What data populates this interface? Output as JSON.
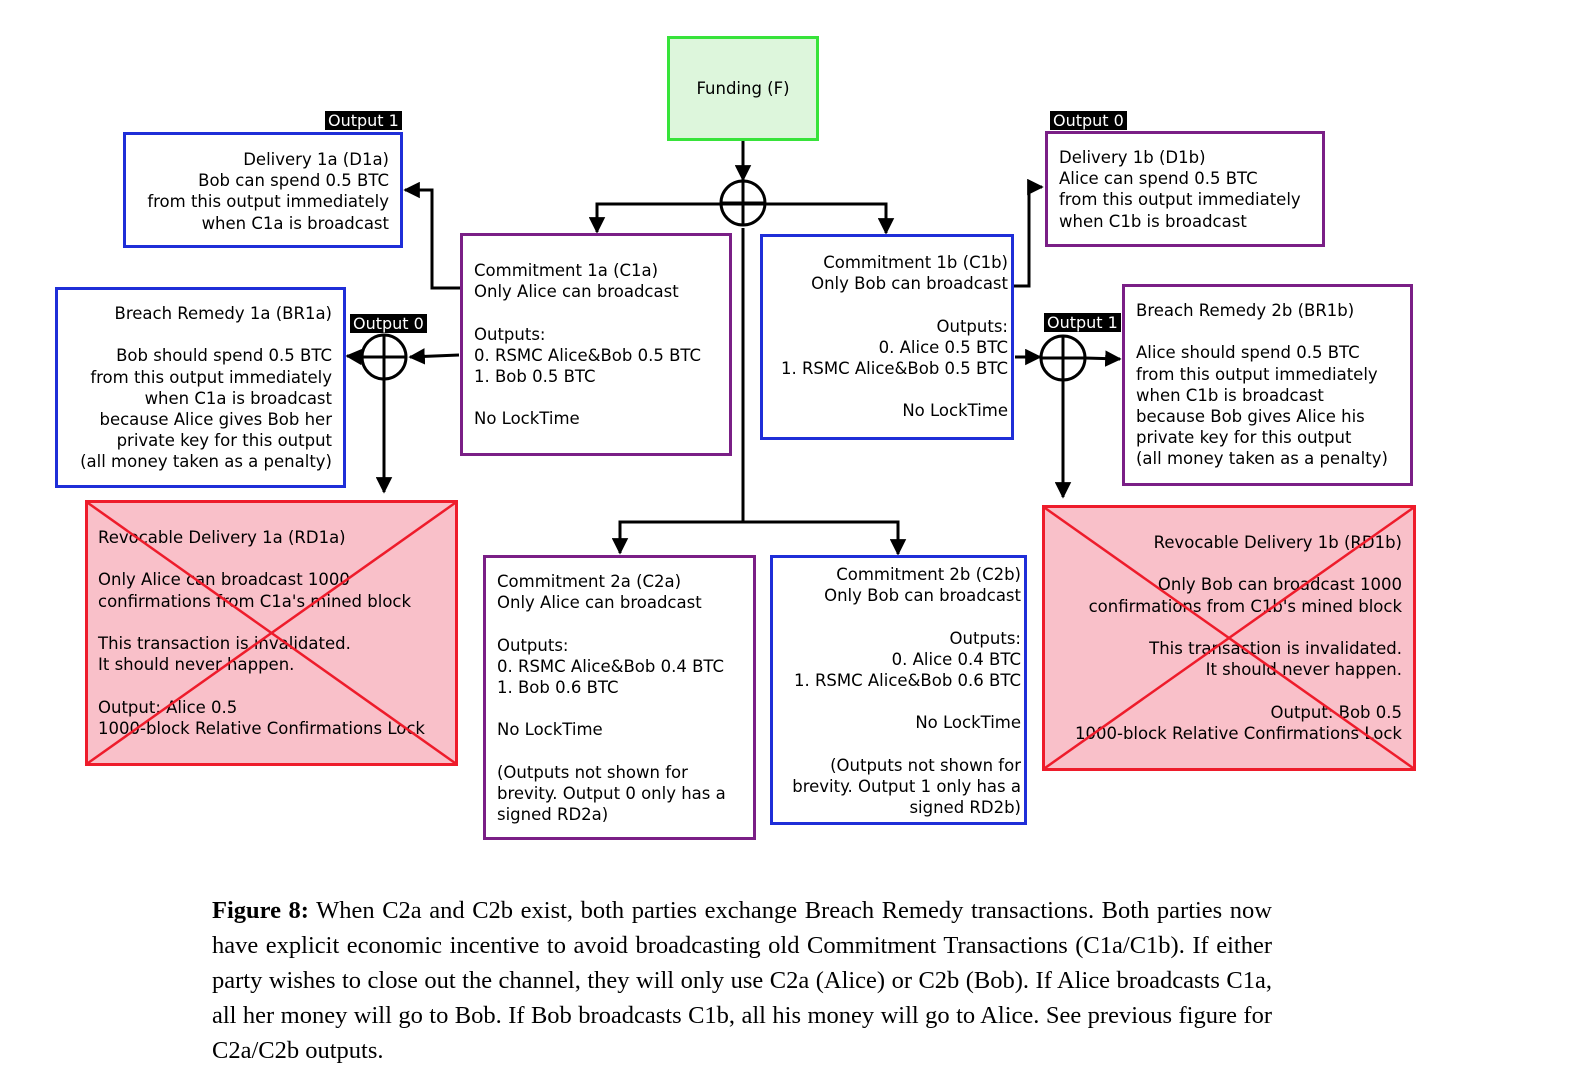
{
  "colors": {
    "purple": "#7a1f86",
    "blue": "#1f2ed8",
    "green": "#37e33a",
    "green_fill": "#ddf6dc",
    "red": "#ee1c2b",
    "pink_fill": "#f9c0c9"
  },
  "diagram": {
    "funding": {
      "text": "Funding (F)"
    },
    "d1a": {
      "tag": "Output 1",
      "text": "Delivery 1a (D1a)\nBob can spend 0.5 BTC\nfrom this output immediately\nwhen C1a is broadcast"
    },
    "d1b": {
      "tag": "Output 0",
      "text": "Delivery 1b (D1b)\nAlice can spend 0.5 BTC\nfrom this output immediately\nwhen C1b is broadcast"
    },
    "c1a": {
      "text": "Commitment 1a (C1a)\nOnly Alice can broadcast\n\nOutputs:\n0. RSMC Alice&Bob 0.5 BTC\n1. Bob 0.5 BTC\n\nNo LockTime"
    },
    "c1b": {
      "text": "Commitment 1b (C1b)\nOnly Bob can broadcast\n\nOutputs:\n0. Alice 0.5 BTC\n1. RSMC Alice&Bob 0.5 BTC\n\nNo LockTime"
    },
    "br1a": {
      "tag": "Output 0",
      "text": "Breach Remedy 1a (BR1a)\n\nBob should spend 0.5 BTC\nfrom this output immediately\nwhen C1a is broadcast\nbecause Alice gives Bob her\nprivate key for this output\n(all money taken as a penalty)"
    },
    "br1b": {
      "tag": "Output 1",
      "text": "Breach Remedy 2b (BR1b)\n\nAlice should spend 0.5 BTC\nfrom this output immediately\nwhen C1b is broadcast\nbecause Bob gives Alice his\nprivate key for this output\n(all money taken as a penalty)"
    },
    "rd1a": {
      "text": "Revocable Delivery 1a (RD1a)\n\nOnly Alice can broadcast 1000\nconfirmations from C1a's mined block\n\nThis transaction is invalidated.\nIt should never happen.\n\nOutput: Alice 0.5\n1000-block Relative Confirmations Lock"
    },
    "rd1b": {
      "text": "Revocable Delivery 1b (RD1b)\n\nOnly Bob can broadcast 1000\nconfirmations from C1b's mined block\n\nThis transaction is invalidated.\nIt should never happen.\n\nOutput: Bob 0.5\n1000-block Relative Confirmations Lock"
    },
    "c2a": {
      "text": "Commitment 2a (C2a)\nOnly Alice can broadcast\n\nOutputs:\n0. RSMC Alice&Bob 0.4 BTC\n1. Bob 0.6 BTC\n\nNo LockTime\n\n(Outputs not shown for\nbrevity. Output 0 only has a\nsigned RD2a)"
    },
    "c2b": {
      "text": "Commitment 2b (C2b)\nOnly Bob can broadcast\n\nOutputs:\n0. Alice 0.4 BTC\n1. RSMC Alice&Bob 0.6 BTC\n\nNo LockTime\n\n(Outputs not shown for\nbrevity. Output 1 only has a\nsigned RD2b)"
    }
  },
  "caption": {
    "label": "Figure 8:",
    "text": "When C2a and C2b exist, both parties exchange Breach Remedy transactions. Both parties now have explicit economic incentive to avoid broadcasting old Commitment Transactions (C1a/C1b). If either party wishes to close out the channel, they will only use C2a (Alice) or C2b (Bob). If Alice broadcasts C1a, all her money will go to Bob. If Bob broadcasts C1b, all his money will go to Alice. See previous figure for C2a/C2b outputs."
  }
}
